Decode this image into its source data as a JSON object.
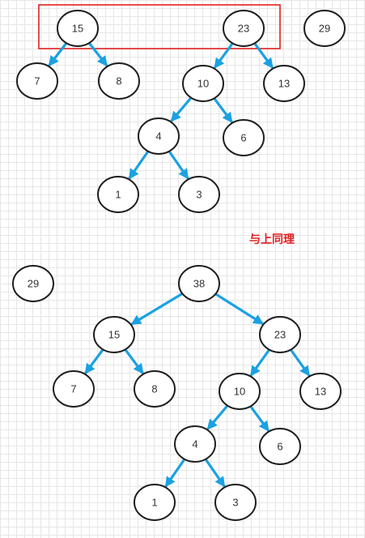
{
  "colors": {
    "edge": "#1ba1e2",
    "highlight": "#e02020",
    "node_stroke": "#1f1f1f"
  },
  "annotation": "与上同理",
  "diagrams": [
    {
      "id": "before",
      "nodes": [
        "15",
        "23",
        "29",
        "7",
        "8",
        "10",
        "13",
        "4",
        "6",
        "1",
        "3"
      ],
      "edges": [
        [
          "15",
          "7"
        ],
        [
          "15",
          "8"
        ],
        [
          "23",
          "10"
        ],
        [
          "23",
          "13"
        ],
        [
          "10",
          "4"
        ],
        [
          "10",
          "6"
        ],
        [
          "4",
          "1"
        ],
        [
          "4",
          "3"
        ]
      ]
    },
    {
      "id": "after",
      "nodes": [
        "29",
        "38",
        "15",
        "23",
        "7",
        "8",
        "10",
        "13",
        "4",
        "6",
        "1",
        "3"
      ],
      "edges": [
        [
          "38",
          "15"
        ],
        [
          "38",
          "23"
        ],
        [
          "15",
          "7"
        ],
        [
          "15",
          "8"
        ],
        [
          "23",
          "10"
        ],
        [
          "23",
          "13"
        ],
        [
          "10",
          "4"
        ],
        [
          "10",
          "6"
        ],
        [
          "4",
          "1"
        ],
        [
          "4",
          "3"
        ]
      ]
    }
  ]
}
